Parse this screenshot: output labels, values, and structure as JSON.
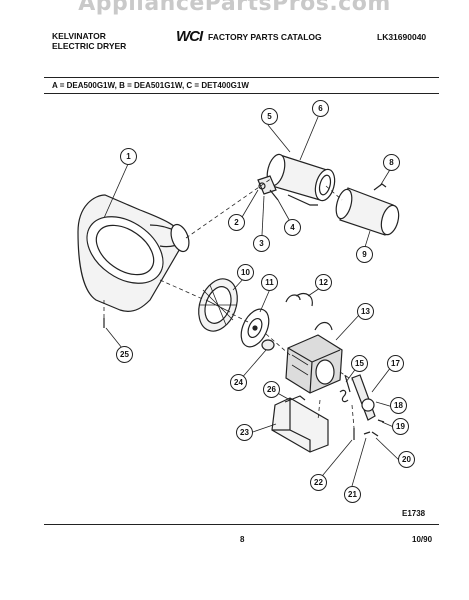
{
  "watermark": "AppliancePartsPros.com",
  "header": {
    "brand": "KELVINATOR",
    "product": "ELECTRIC DRYER",
    "logo": "WCI",
    "catalog": "FACTORY PARTS CATALOG",
    "catalog_number": "LK31690040"
  },
  "models": "A = DEA500G1W, B = DEA501G1W, C = DET400G1W",
  "diagram_code": "E1738",
  "page_number": "8",
  "date": "10/90",
  "callouts": [
    "1",
    "2",
    "3",
    "4",
    "5",
    "6",
    "8",
    "9",
    "10",
    "11",
    "12",
    "13",
    "15",
    "17",
    "18",
    "19",
    "20",
    "21",
    "22",
    "23",
    "24",
    "25",
    "26"
  ]
}
